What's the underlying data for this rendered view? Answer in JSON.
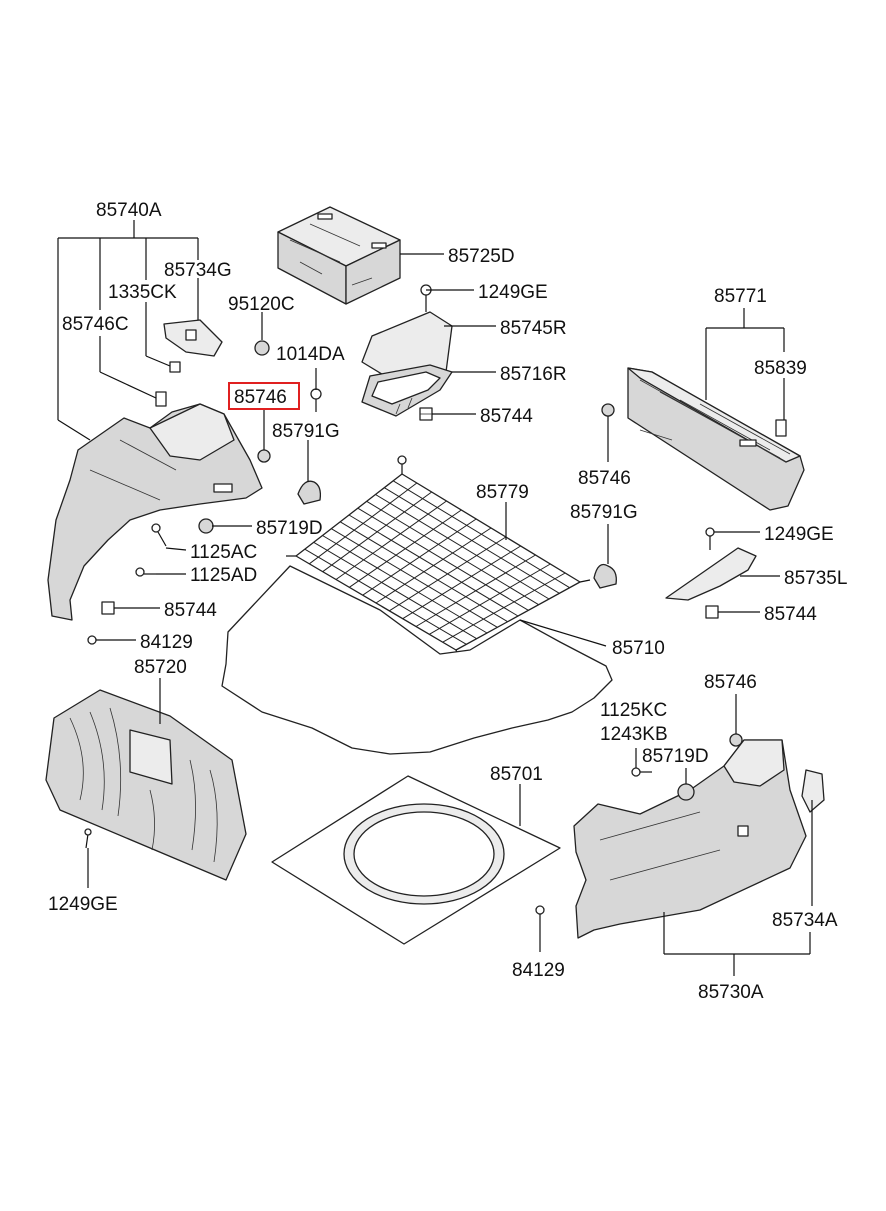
{
  "labels": {
    "l85740A": "85740A",
    "l85734G": "85734G",
    "l1335CK": "1335CK",
    "l85746C": "85746C",
    "l95120C": "95120C",
    "l1014DA": "1014DA",
    "l85746a": "85746",
    "l85791Ga": "85791G",
    "l85719Da": "85719D",
    "l1125AC": "1125AC",
    "l1125AD": "1125AD",
    "l85744a": "85744",
    "l84129a": "84129",
    "l85720": "85720",
    "l1249GEa": "1249GE",
    "l85725D": "85725D",
    "l1249GEb": "1249GE",
    "l85745R": "85745R",
    "l85716R": "85716R",
    "l85744b": "85744",
    "l85779": "85779",
    "l85710": "85710",
    "l85701": "85701",
    "l84129b": "84129",
    "l85771": "85771",
    "l85839": "85839",
    "l85746b": "85746",
    "l85791Gb": "85791G",
    "l1249GEc": "1249GE",
    "l85735L": "85735L",
    "l85744c": "85744",
    "l85746c": "85746",
    "l1125KC": "1125KC",
    "l1243KB": "1243KB",
    "l85719Db": "85719D",
    "l85734A": "85734A",
    "l85730A": "85730A"
  },
  "highlighted_part": "85746",
  "colors": {
    "highlight": "#e02020",
    "line": "#111111",
    "part_fill": "#d7d7d7"
  }
}
